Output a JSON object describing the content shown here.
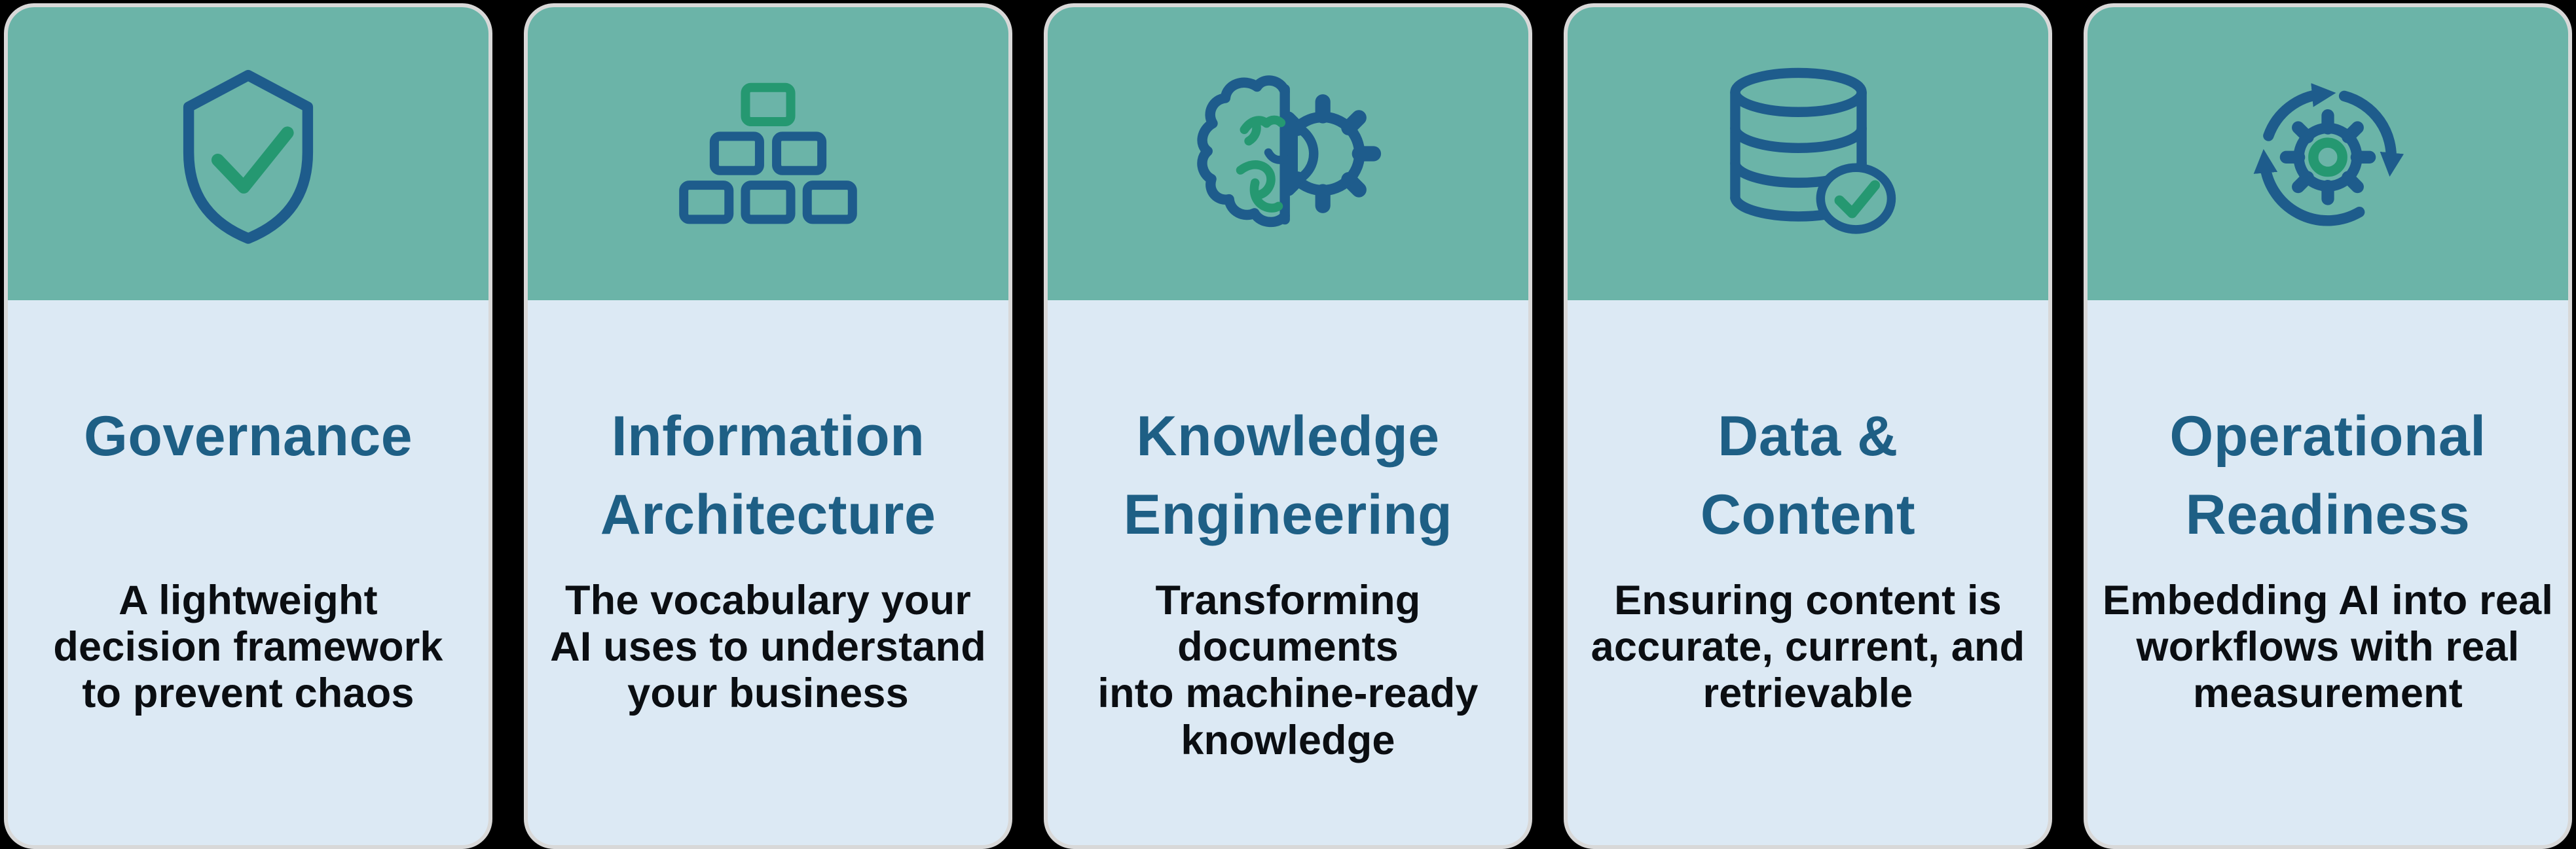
{
  "colors": {
    "page_bg": "#000000",
    "header_bg": "#6BB4A8",
    "body_bg": "#DCE9F4",
    "title_color": "#1E5F85",
    "desc_color": "#0B0E12",
    "icon_blue": "#1E5C8C",
    "icon_green": "#259871",
    "card_border": "#D8D8D8"
  },
  "cards": [
    {
      "icon": "shield-check-icon",
      "title": "Governance",
      "description": "A lightweight\ndecision framework\nto prevent chaos"
    },
    {
      "icon": "org-hierarchy-icon",
      "title": "Information\nArchitecture",
      "description": "The vocabulary your\nAI uses to understand\nyour business"
    },
    {
      "icon": "brain-gear-icon",
      "title": "Knowledge\nEngineering",
      "description": "Transforming documents\ninto machine-ready\nknowledge"
    },
    {
      "icon": "database-check-icon",
      "title": "Data &\nContent",
      "description": "Ensuring content is\naccurate, current, and\nretrievable"
    },
    {
      "icon": "gear-cycle-arrows-icon",
      "title": "Operational\nReadiness",
      "description": "Embedding AI into real\nworkflows with real\nmeasurement"
    }
  ]
}
